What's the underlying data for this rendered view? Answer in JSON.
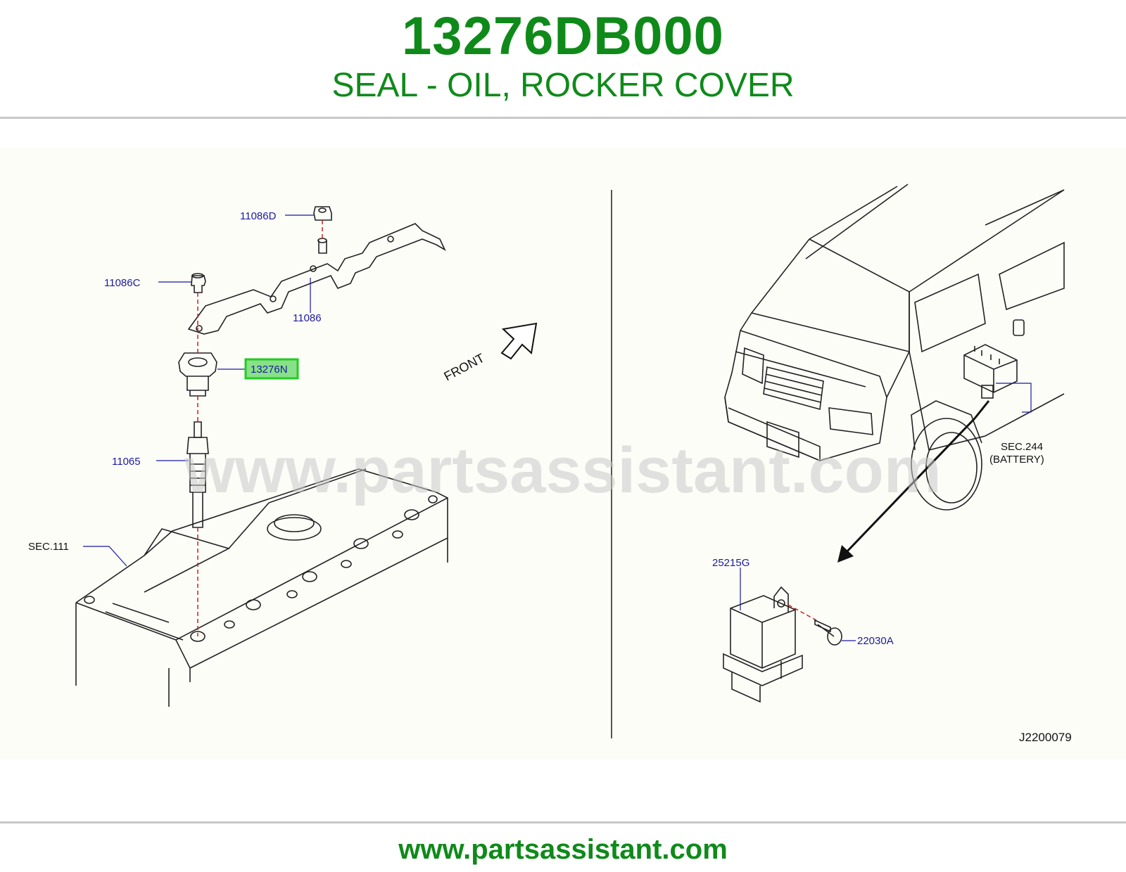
{
  "header": {
    "part_number": "13276DB000",
    "description": "SEAL - OIL, ROCKER COVER"
  },
  "diagram": {
    "callouts": {
      "c11086d": "11086D",
      "c11086c": "11086C",
      "c11086": "11086",
      "c13276n": "13276N",
      "c11065": "11065",
      "csec111": "SEC.111",
      "cfront": "FRONT",
      "csec244": "SEC.244",
      "cbattery": "(BATTERY)",
      "c25215g": "25215G",
      "c22030a": "22030A",
      "cref": "J2200079"
    },
    "watermark": "www.partsassistant.com",
    "highlight_color": "#22cc22",
    "callout_color": "#1a1aa0"
  },
  "footer": {
    "url": "www.partsassistant.com"
  },
  "colors": {
    "brand_green": "#0f8a1a"
  }
}
